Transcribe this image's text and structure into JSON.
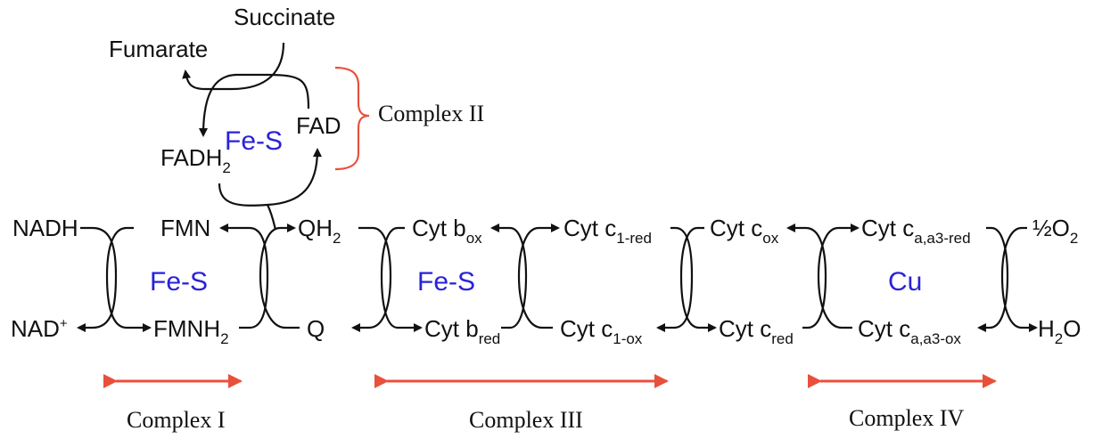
{
  "colors": {
    "text": "#111111",
    "fe_s": "#2a22d6",
    "complex_arrow": "#e8503c"
  },
  "complex_ii": {
    "succinate": "Succinate",
    "fumarate": "Fumarate",
    "fadh2_main": "FADH",
    "fadh2_sub": "2",
    "fad": "FAD",
    "fe_s": "Fe-S",
    "label": "Complex II"
  },
  "complex_i": {
    "nadh": "NADH",
    "nad_main": "NAD",
    "nad_sup": "+",
    "fmn": "FMN",
    "fmnh2_main": "FMNH",
    "fmnh2_sub": "2",
    "fe_s": "Fe-S",
    "label": "Complex I"
  },
  "quinone": {
    "qh2_main": "QH",
    "qh2_sub": "2",
    "q": "Q"
  },
  "complex_iii": {
    "cyt_b_ox_main": "Cyt b",
    "cyt_b_ox_sub": "ox",
    "cyt_b_red_main": "Cyt b",
    "cyt_b_red_sub": "red",
    "cyt_c1_red_main": "Cyt c",
    "cyt_c1_red_sub": "1-red",
    "cyt_c1_ox_main": "Cyt c",
    "cyt_c1_ox_sub": "1-ox",
    "fe_s": "Fe-S",
    "label": "Complex III"
  },
  "cytochrome_c": {
    "cyt_c_ox_main": "Cyt c",
    "cyt_c_ox_sub": "ox",
    "cyt_c_red_main": "Cyt c",
    "cyt_c_red_sub": "red"
  },
  "complex_iv": {
    "cyt_caa3_red_main": "Cyt c",
    "cyt_caa3_red_sub": "a,a3-red",
    "cyt_caa3_ox_main": "Cyt c",
    "cyt_caa3_ox_sub": "a,a3-ox",
    "cu": "Cu",
    "o2_main": "½O",
    "o2_sub": "2",
    "h2o_main": "H",
    "h2o_sub": "2",
    "h2o_tail": "O",
    "label": "Complex IV"
  }
}
